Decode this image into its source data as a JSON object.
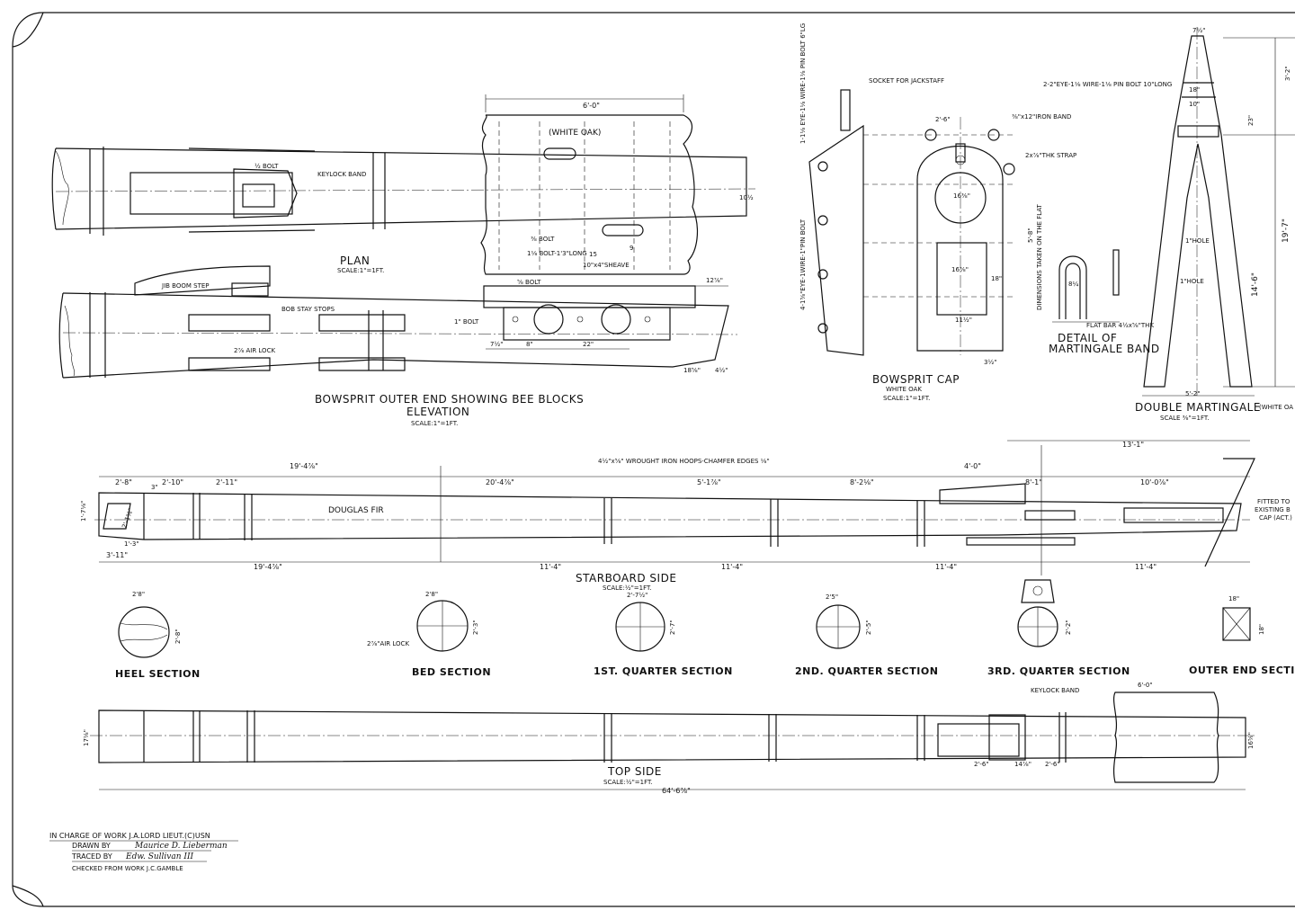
{
  "plan": {
    "title": "PLAN",
    "scale": "SCALE:1\"=1FT.",
    "labels": {
      "bolt": "½ BOLT",
      "keylock": "KEYLOCK BAND",
      "white_oak": "(WHITE OAK)",
      "bolt_3_8": "⅜ BOLT",
      "bolt_long": "1⅛ BOLT-1'3\"LONG",
      "sheave": "10\"x4\"SHEAVE",
      "width_6": "6'-0\"",
      "dim_10": "10½",
      "dim_15": "15",
      "dim_9": "9"
    }
  },
  "elevation": {
    "title": "BOWSPRIT OUTER END SHOWING BEE BLOCKS",
    "subtitle": "ELEVATION",
    "scale": "SCALE:1\"=1FT.",
    "labels": {
      "jib": "JIB BOOM STEP",
      "bob": "BOB STAY STOPS",
      "airlock": "2⅞ AIR LOCK",
      "bolt1": "1\" BOLT",
      "bolt_sm": "⅝ BOLT",
      "d22": "22\"",
      "d8": "8\"",
      "d7": "7½\"",
      "d12": "12⅞\"",
      "d18": "18⅝\"",
      "d4": "4½\""
    }
  },
  "cap": {
    "title": "BOWSPRIT CAP",
    "material": "WHITE OAK",
    "scale": "SCALE:1\"=1FT.",
    "labels": {
      "socket": "SOCKET FOR JACKSTAFF",
      "eyes": "2-2\"EYE-1⅛ WIRE-1⅛ PIN BOLT 10\"LONG",
      "iron": "⅜\"x12\"IRON BAND",
      "strap": "2x⅞\"THK STRAP",
      "d26": "2'-6\"",
      "d16": "16⅜\"",
      "d16b": "16⅜\"",
      "d18": "18\"",
      "d11": "11½\"",
      "flat": "DIMENSIONS TAKEN ON THE FLAT",
      "vert_left": "1-1⅛ EYE-1⅛ WIRE-1⅛ PIN BOLT 6\"LG",
      "vert_left2": "4-1⅝\"EYE-1WIRE-1\"PIN BOLT",
      "d58": "5'-8\"",
      "d32": "3½\""
    }
  },
  "martingale_band": {
    "title": "DETAIL OF",
    "title2": "MARTINGALE BAND",
    "labels": {
      "d8": "8¼",
      "flat": "FLAT BAR 4½x⅝\"THK"
    }
  },
  "martingale": {
    "title": "DOUBLE MARTINGALE",
    "material": "(WHITE OA",
    "scale": "SCALE ⅜\"=1FT.",
    "labels": {
      "top": "7½\"",
      "d32": "3'-2\"",
      "d23": "23\"",
      "d197": "19'-7\"",
      "d146": "14'-6\"",
      "d52": "5'-2\"",
      "hole1": "1\"HOLE",
      "hole2": "1\"HOLE",
      "d18": "18\"",
      "d10": "10\""
    }
  },
  "starboard": {
    "title": "STARBOARD SIDE",
    "scale": "SCALE:½\"=1FT.",
    "material": "DOUGLAS FIR",
    "hoops_note": "4½\"x⅝\" WROUGHT IRON HOOPS-CHAMFER EDGES ⅛\"",
    "fitted": "FITTED TO",
    "existing": "EXISTING B",
    "cap_act": "CAP (ACT.)",
    "dims_top": [
      "2'-8\"",
      "2'-10\"",
      "2'-11\"",
      "19'-4⅞\"",
      "20'-4⅞\"",
      "5'-1⅞\"",
      "8'-2⅛\"",
      "13'-1\"",
      "4'-0\"",
      "8'-1\"",
      "10'-0⅞\""
    ],
    "dims_bottom": [
      "3'-11\"",
      "19'-4⅞\"",
      "11'-4\"",
      "11'-4\"",
      "11'-4\"",
      "11'-4\""
    ],
    "heel_dims": [
      "1'-7⅛\"",
      "2'-1⅝\"",
      "3\"",
      "1'-3\""
    ]
  },
  "sections": [
    {
      "name": "HEEL SECTION",
      "w": "2'8\"",
      "h": "2'-8\""
    },
    {
      "name": "BED SECTION",
      "w": "2'8\"",
      "h": "2'-3\"",
      "note": "2⅞\"AIR LOCK"
    },
    {
      "name": "1ST. QUARTER SECTION",
      "w": "2'-7½\"",
      "h": "2'-7\""
    },
    {
      "name": "2ND. QUARTER SECTION",
      "w": "2'5\"",
      "h": "2'-5\""
    },
    {
      "name": "3RD. QUARTER SECTION",
      "w": "",
      "h": "2'-2\""
    },
    {
      "name": "OUTER END SECTION",
      "w": "18\"",
      "h": "18\""
    }
  ],
  "topside": {
    "title": "TOP SIDE",
    "scale": "SCALE:½\"=1FT.",
    "keylock": "KEYLOCK BAND",
    "overall": "64'-6⅞\"",
    "d6": "6'-0\"",
    "d26a": "2'-6\"",
    "d14": "14⅞\"",
    "d26b": "2'-6\"",
    "d16": "16⅝\"",
    "d17": "17⅛\""
  },
  "titleblock": {
    "in_charge": "IN CHARGE OF WORK J.A.LORD LIEUT.(C)USN",
    "drawn": "DRAWN BY",
    "drawn_sig": "Maurice D. Lieberman",
    "traced": "TRACED BY",
    "traced_sig": "Edw. Sullivan III",
    "checked": "CHECKED FROM WORK J.C.GAMBLE"
  }
}
